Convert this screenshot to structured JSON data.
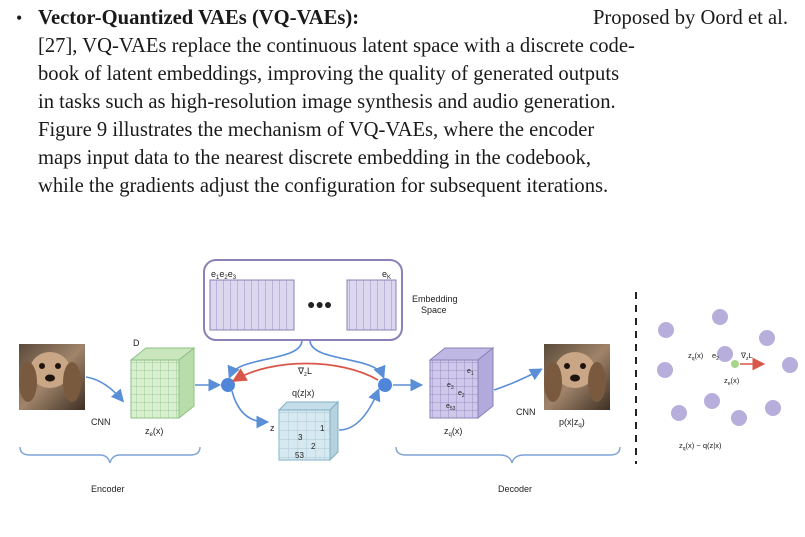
{
  "paragraph": {
    "bullet": "•",
    "heading": "Vector-Quantized VAEs (VQ-VAEs):",
    "lines": [
      "Proposed by Oord et al.",
      "[27], VQ-VAEs replace the continuous latent space with a discrete code-",
      "book of latent embeddings, improving the quality of generated outputs",
      "in tasks such as high-resolution image synthesis and audio generation.",
      "Figure 9 illustrates the mechanism of VQ-VAEs, where the encoder",
      "maps input data to the nearest discrete embedding in the codebook,",
      "while the gradients adjust the configuration for subsequent iterations."
    ]
  },
  "figure": {
    "codebook_left_labels": [
      "e",
      "e",
      "e"
    ],
    "codebook_left_subs": [
      "1",
      "2",
      "3"
    ],
    "codebook_right_label": "e",
    "codebook_right_sub": "K",
    "codebook_dots": "●●●",
    "embedding_space": [
      "Embedding",
      "Space"
    ],
    "encoder_dim_label": "D",
    "cnn_left": "CNN",
    "cnn_right": "CNN",
    "ze_label": "z",
    "ze_sub": "e",
    "ze_suffix": "(x)",
    "zq_label": "z",
    "zq_sub": "q",
    "zq_suffix": "(x)",
    "z_label": "z",
    "grad_label": "∇",
    "grad_sub": "z",
    "grad_suffix": "L",
    "qzx_label": "q(z|x)",
    "grid_values": [
      "1",
      "3",
      "2",
      "53"
    ],
    "decoder_grid": [
      "e",
      "e",
      "e",
      "e"
    ],
    "decoder_grid_subs": [
      "1",
      "3",
      "2",
      "53"
    ],
    "pxz_label": "p(x|z",
    "pxz_sub": "q",
    "pxz_suffix": ")",
    "encoder_caption": "Encoder",
    "decoder_caption": "Decoder",
    "right_zq": "z",
    "right_zq_sub": "q",
    "right_zq_suffix": "(x)",
    "right_e2": "e",
    "right_e2_sub": "2",
    "right_grad": "∇",
    "right_grad_sub": "z",
    "right_grad_suffix": "L",
    "right_ze": "z",
    "right_ze_sub": "e",
    "right_ze_suffix": "(x)",
    "right_bottom": "z",
    "right_bottom_sub": "q",
    "right_bottom_suffix": "(x) ~ q(z|x)"
  },
  "colors": {
    "encoder_fill": "#d9efcf",
    "encoder_line": "#8cc084",
    "codebook_fill": "#dcd6ee",
    "codebook_line": "#8b80b8",
    "decoder_fill": "#cfc8ea",
    "node": "#4f86d9",
    "arrow_blue": "#5a8fd8",
    "arrow_red": "#d9574a",
    "grid_fill": "#d6e8f0",
    "dots": "#b7aedb",
    "dot_green": "#a8d58c",
    "brace": "#7fa3d6"
  }
}
